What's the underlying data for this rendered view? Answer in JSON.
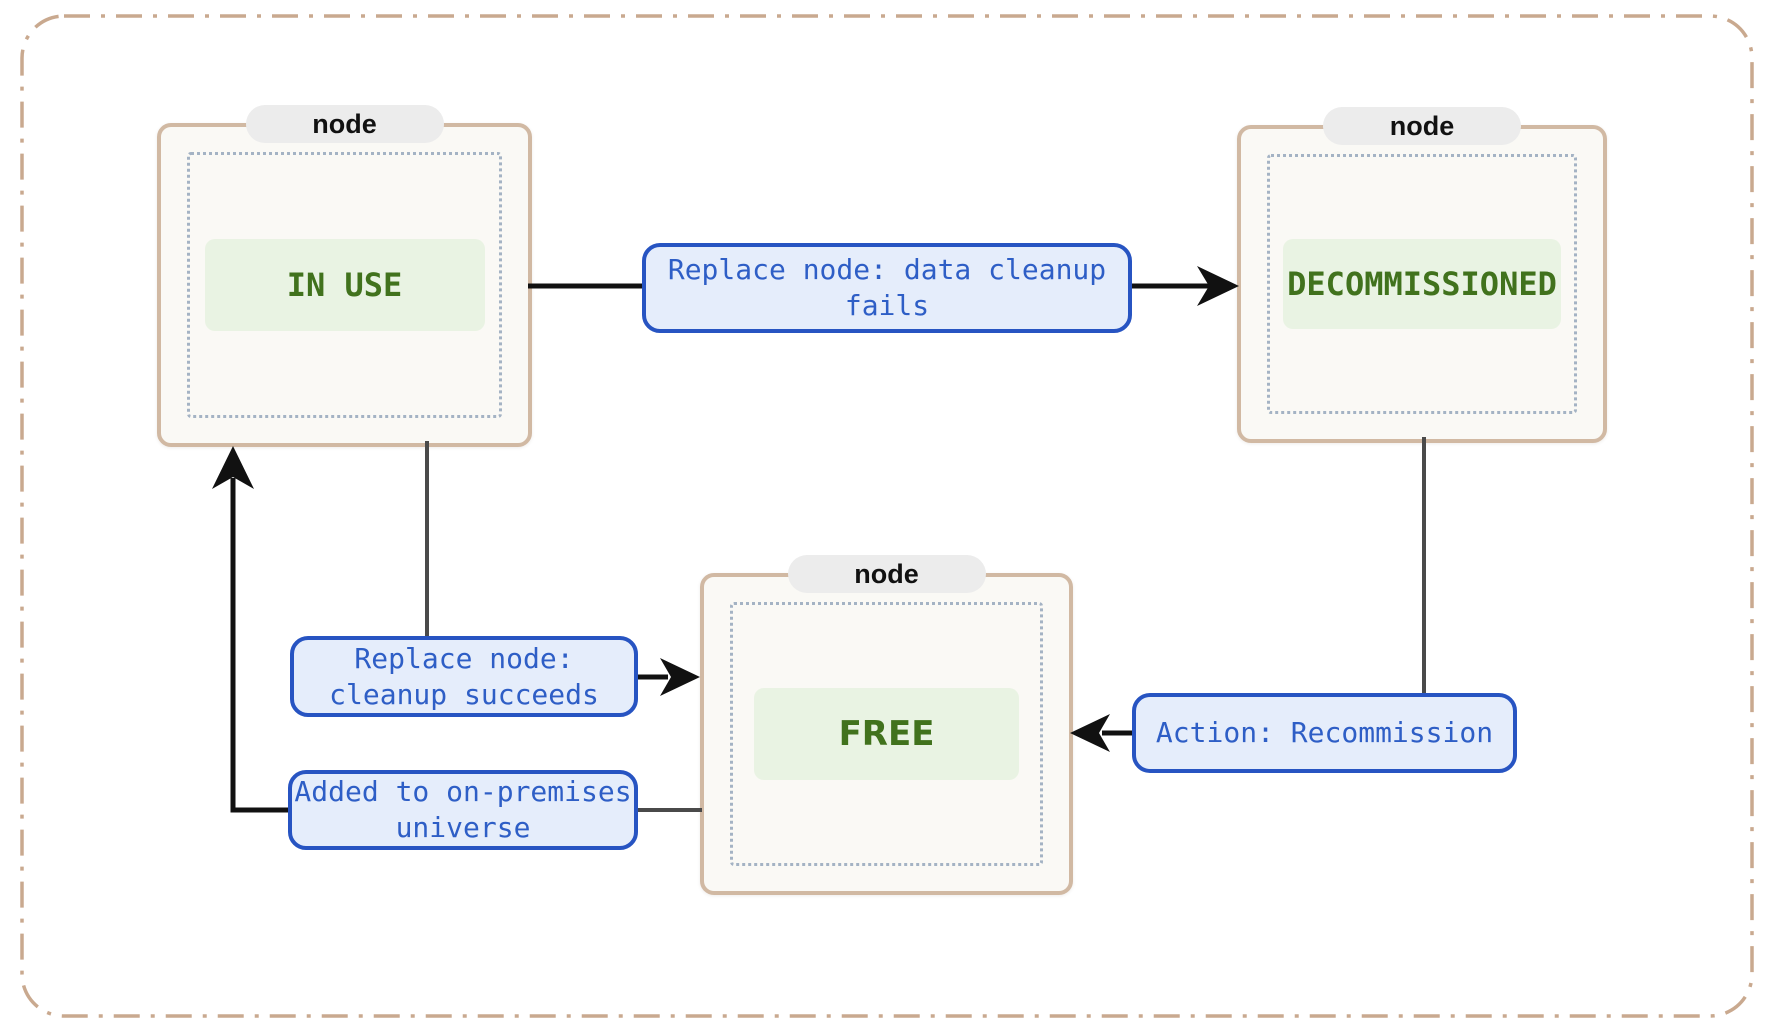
{
  "nodes": [
    {
      "group_label": "node",
      "state": "IN USE"
    },
    {
      "group_label": "node",
      "state": "DECOMMISSIONED"
    },
    {
      "group_label": "node",
      "state": "FREE"
    }
  ],
  "edges": [
    {
      "lines": [
        "Replace node: data cleanup",
        "fails"
      ],
      "from": "IN USE",
      "to": "DECOMMISSIONED"
    },
    {
      "lines": [
        "Replace node:",
        "cleanup succeeds"
      ],
      "from": "IN USE",
      "to": "FREE"
    },
    {
      "lines": [
        "Added to on-premises",
        "universe"
      ],
      "from": "FREE",
      "to": "IN USE"
    },
    {
      "lines": [
        "Action: Recommission"
      ],
      "from": "DECOMMISSIONED",
      "to": "FREE"
    }
  ],
  "colors": {
    "background": "#ffffff",
    "frame_border": "#c9a98f",
    "node_border": "#d1b9a3",
    "node_fill": "#faf9f5",
    "badge_fill": "#ececec",
    "badge_text": "#111111",
    "dotted_border": "#a4b3c4",
    "state_fill": "#e9f3e3",
    "state_text": "#41721d",
    "edge_label_fill": "#e5edfb",
    "edge_label_border": "#2754c2",
    "edge_label_text": "#2e5ec6",
    "connector_line": "#4a4a4a",
    "arrow_line": "#111111"
  }
}
